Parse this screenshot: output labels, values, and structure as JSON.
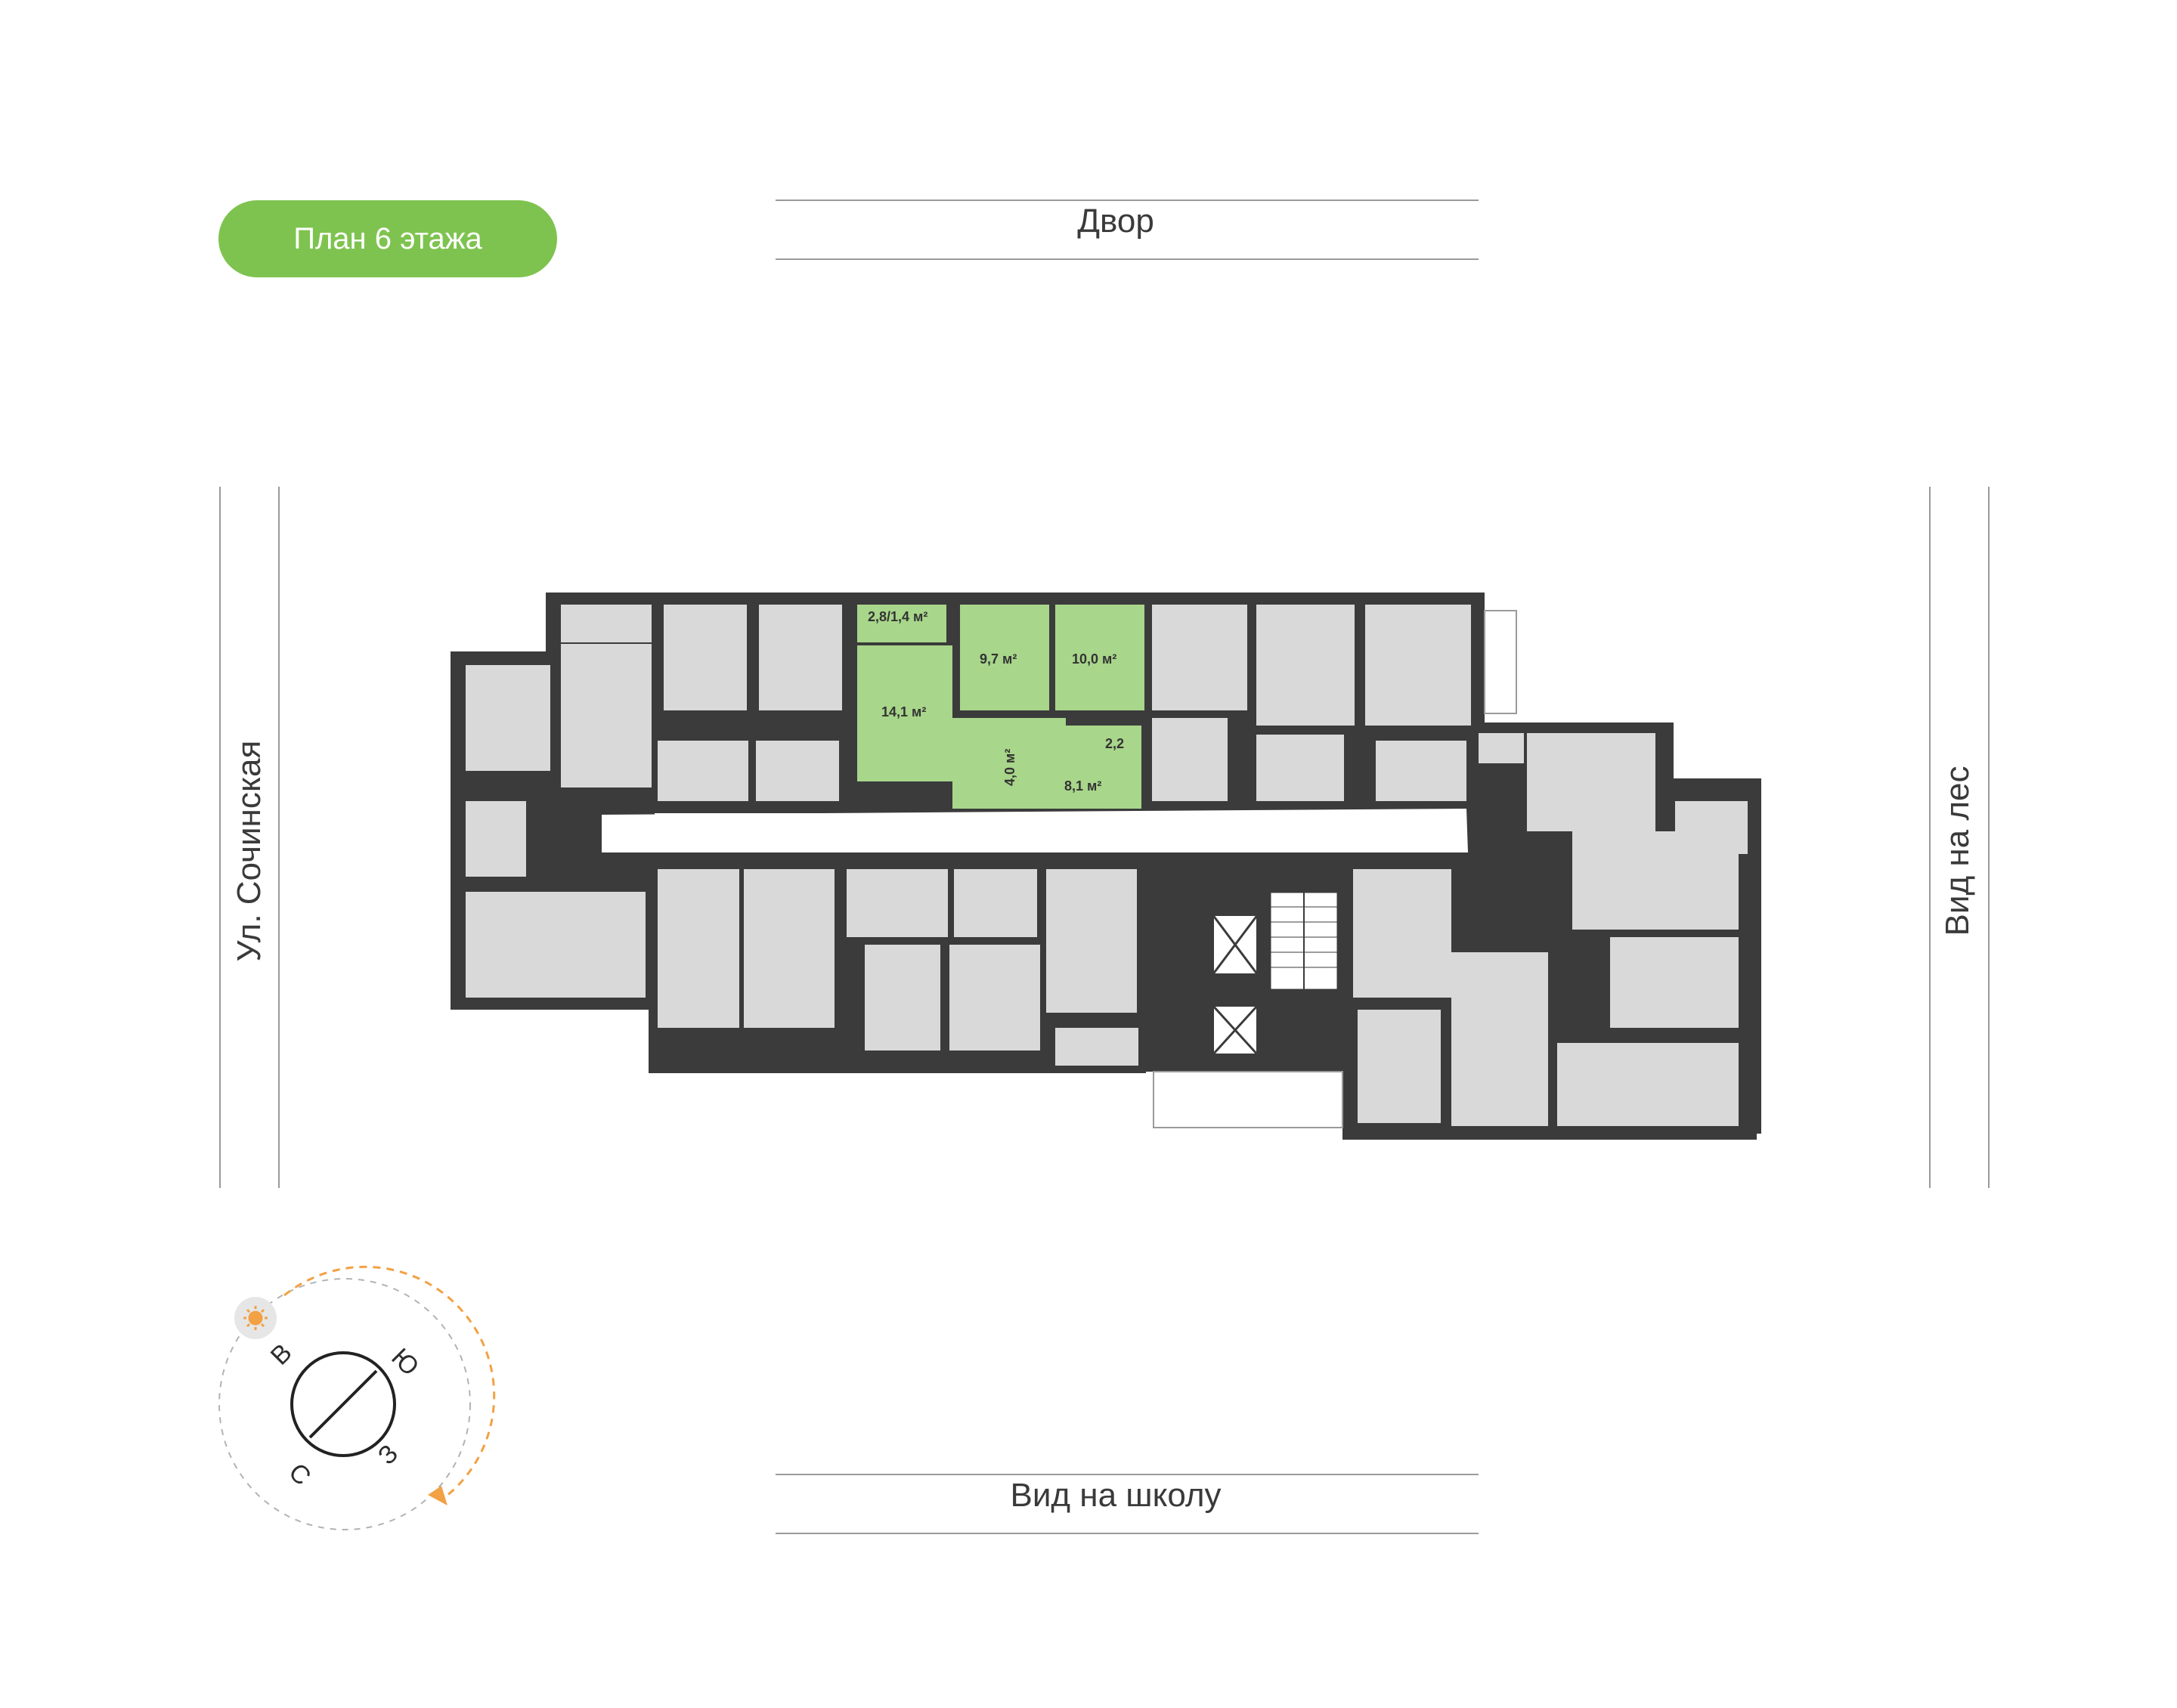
{
  "floor_badge": {
    "label": "План 6 этажа",
    "color": "#7ec34f"
  },
  "orientation": {
    "top": "Двор",
    "bottom": "Вид на школу",
    "left": "Ул. Сочинская",
    "right": "Вид на лес"
  },
  "compass": {
    "north": "С",
    "east": "В",
    "south": "Ю",
    "west": "З",
    "sun_icon": "sun-icon",
    "accent": "#f2a144"
  },
  "highlighted_apartment": {
    "color": "#a8d68a",
    "rooms": [
      {
        "id": "loggia",
        "area": "2,8/1,4 м²"
      },
      {
        "id": "room-1",
        "area": "9,7 м²"
      },
      {
        "id": "room-2",
        "area": "10,0 м²"
      },
      {
        "id": "kitchen",
        "area": "14,1 м²"
      },
      {
        "id": "bath-1",
        "area": "2,2"
      },
      {
        "id": "hall",
        "area": "8,1 м²"
      },
      {
        "id": "bath-2",
        "area": "4,0 м²"
      }
    ]
  },
  "colors": {
    "wall": "#3b3b3b",
    "room": "#d9d9d9",
    "corridor": "#ffffff",
    "line": "#9a9a9a"
  }
}
